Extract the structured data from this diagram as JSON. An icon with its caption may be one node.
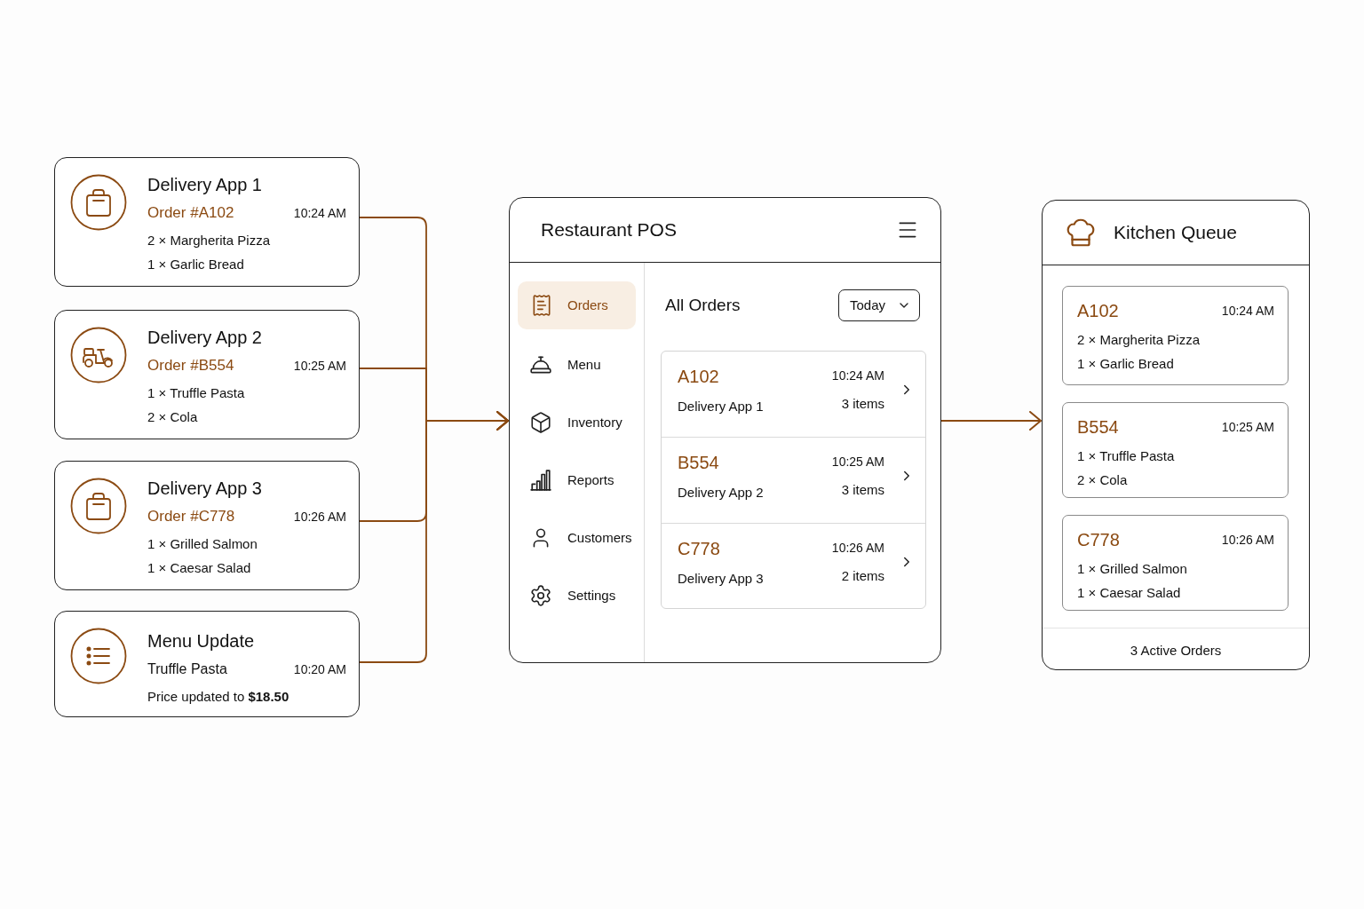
{
  "diagram": {
    "nodes": [
      {
        "text": [
          "Delivery App 1",
          "Order #A102",
          "10:24 AM",
          "2 × Margherita Pizza",
          "1 × Garlic Bread"
        ]
      },
      {
        "text": [
          "Delivery App 2",
          "Order #B554",
          "10:25 AM",
          "1 × Truffle Pasta",
          "2 × Cola"
        ]
      },
      {
        "text": [
          "Delivery App 3",
          "Order #C778",
          "10:26 AM",
          "1 × Grilled Salmon",
          "1 × Caesar Salad"
        ]
      },
      {
        "text": [
          "Menu Update",
          "Truffle Pasta",
          "10:20 AM",
          "Price updated to **$18.50**"
        ]
      },
      {
        "text": [
          "Restaurant POS",
          "Menu",
          "Inventory",
          "Reports",
          "Customers",
          "Settings",
          "All Orders"
        ]
      },
      {
        "text": [
          "Orders"
        ],
        "in": 4
      },
      {
        "text": [
          "Today"
        ],
        "in": 4
      },
      {
        "text": [],
        "shape": "box",
        "in": 4
      },
      {
        "text": [
          "A102",
          "10:24 AM",
          "Delivery App 1",
          "3 items"
        ],
        "in": 7
      },
      {
        "text": [
          "B554",
          "10:25 AM",
          "Delivery App 2",
          "3 items"
        ],
        "in": 7
      },
      {
        "text": [
          "C778",
          "10:26 AM",
          "Delivery App 3",
          "2 items"
        ],
        "in": 7
      },
      {
        "text": [
          "Kitchen Queue",
          "3 Active Orders"
        ]
      },
      {
        "text": [
          "A102",
          "10:24 AM",
          "2 × Margherita Pizza",
          "1 × Garlic Bread"
        ],
        "in": 11
      },
      {
        "text": [
          "B554",
          "10:25 AM",
          "1 × Truffle Pasta",
          "2 × Cola"
        ],
        "in": 11
      },
      {
        "text": [
          "C778",
          "10:26 AM",
          "1 × Grilled Salmon",
          "1 × Caesar Salad"
        ],
        "in": 11
      }
    ],
    "edges": [
      {
        "from": 0,
        "to": 4,
        "arrow": "to"
      },
      {
        "from": 1,
        "to": 4,
        "arrow": "to"
      },
      {
        "from": 2,
        "to": 4,
        "arrow": "to"
      },
      {
        "from": 3,
        "to": 4,
        "arrow": "to"
      },
      {
        "from": 4,
        "to": 11,
        "arrow": "to"
      }
    ]
  }
}
